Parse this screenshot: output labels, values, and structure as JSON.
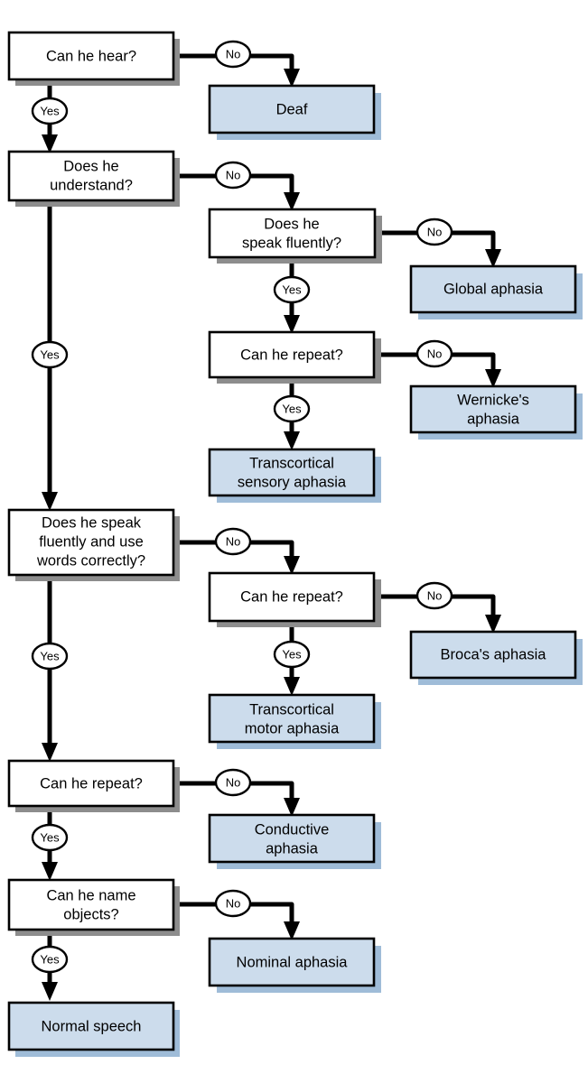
{
  "diagram": {
    "title": "Aphasia classification decision flowchart",
    "type": "flowchart",
    "colors": {
      "question_fill": "#ffffff",
      "terminal_fill": "#ccdcec",
      "stroke": "#000000",
      "shadow_dark": "#8d8d8d",
      "shadow_blue": "#9fbcd8",
      "background": "#ffffff"
    },
    "edge_labels": {
      "yes": "Yes",
      "no": "No"
    },
    "nodes": [
      {
        "id": "q1",
        "kind": "question",
        "label_lines": [
          "Can he hear?"
        ]
      },
      {
        "id": "t1",
        "kind": "terminal",
        "label_lines": [
          "Deaf"
        ]
      },
      {
        "id": "q2",
        "kind": "question",
        "label_lines": [
          "Does he",
          "understand?"
        ]
      },
      {
        "id": "q3",
        "kind": "question",
        "label_lines": [
          "Does he",
          "speak fluently?"
        ]
      },
      {
        "id": "t2",
        "kind": "terminal",
        "label_lines": [
          "Global aphasia"
        ]
      },
      {
        "id": "q4",
        "kind": "question",
        "label_lines": [
          "Can he repeat?"
        ]
      },
      {
        "id": "t3",
        "kind": "terminal",
        "label_lines": [
          "Wernicke's",
          "aphasia"
        ]
      },
      {
        "id": "t4",
        "kind": "terminal",
        "label_lines": [
          "Transcortical",
          "sensory aphasia"
        ]
      },
      {
        "id": "q5",
        "kind": "question",
        "label_lines": [
          "Does he speak",
          "fluently and use",
          "words correctly?"
        ]
      },
      {
        "id": "q6",
        "kind": "question",
        "label_lines": [
          "Can he repeat?"
        ]
      },
      {
        "id": "t5",
        "kind": "terminal",
        "label_lines": [
          "Broca's aphasia"
        ]
      },
      {
        "id": "t6",
        "kind": "terminal",
        "label_lines": [
          "Transcortical",
          "motor aphasia"
        ]
      },
      {
        "id": "q7",
        "kind": "question",
        "label_lines": [
          "Can he repeat?"
        ]
      },
      {
        "id": "t7",
        "kind": "terminal",
        "label_lines": [
          "Conductive",
          "aphasia"
        ]
      },
      {
        "id": "q8",
        "kind": "question",
        "label_lines": [
          "Can he name",
          "objects?"
        ]
      },
      {
        "id": "t8",
        "kind": "terminal",
        "label_lines": [
          "Nominal aphasia"
        ]
      },
      {
        "id": "t9",
        "kind": "terminal",
        "label_lines": [
          "Normal speech"
        ]
      }
    ],
    "edges": [
      {
        "from": "q1",
        "to": "t1",
        "label": "No"
      },
      {
        "from": "q1",
        "to": "q2",
        "label": "Yes"
      },
      {
        "from": "q2",
        "to": "q3",
        "label": "No"
      },
      {
        "from": "q2",
        "to": "q5",
        "label": "Yes"
      },
      {
        "from": "q3",
        "to": "t2",
        "label": "No"
      },
      {
        "from": "q3",
        "to": "q4",
        "label": "Yes"
      },
      {
        "from": "q4",
        "to": "t3",
        "label": "No"
      },
      {
        "from": "q4",
        "to": "t4",
        "label": "Yes"
      },
      {
        "from": "q5",
        "to": "q6",
        "label": "No"
      },
      {
        "from": "q5",
        "to": "q7",
        "label": "Yes"
      },
      {
        "from": "q6",
        "to": "t5",
        "label": "No"
      },
      {
        "from": "q6",
        "to": "t6",
        "label": "Yes"
      },
      {
        "from": "q7",
        "to": "t7",
        "label": "No"
      },
      {
        "from": "q7",
        "to": "q8",
        "label": "Yes"
      },
      {
        "from": "q8",
        "to": "t8",
        "label": "No"
      },
      {
        "from": "q8",
        "to": "t9",
        "label": "Yes"
      }
    ],
    "labels": {
      "q1_l1": "Can he hear?",
      "t1_l1": "Deaf",
      "q2_l1": "Does he",
      "q2_l2": "understand?",
      "q3_l1": "Does he",
      "q3_l2": "speak fluently?",
      "t2_l1": "Global aphasia",
      "q4_l1": "Can he repeat?",
      "t3_l1": "Wernicke's",
      "t3_l2": "aphasia",
      "t4_l1": "Transcortical",
      "t4_l2": "sensory aphasia",
      "q5_l1": "Does he speak",
      "q5_l2": "fluently and use",
      "q5_l3": "words correctly?",
      "q6_l1": "Can he repeat?",
      "t5_l1": "Broca's aphasia",
      "t6_l1": "Transcortical",
      "t6_l2": "motor aphasia",
      "q7_l1": "Can he repeat?",
      "t7_l1": "Conductive",
      "t7_l2": "aphasia",
      "q8_l1": "Can he name",
      "q8_l2": "objects?",
      "t8_l1": "Nominal aphasia",
      "t9_l1": "Normal speech",
      "no_1": "No",
      "no_2": "No",
      "no_3": "No",
      "no_4": "No",
      "no_5": "No",
      "no_6": "No",
      "no_7": "No",
      "no_8": "No",
      "yes_1": "Yes",
      "yes_2": "Yes",
      "yes_3": "Yes",
      "yes_4": "Yes",
      "yes_5": "Yes",
      "yes_6": "Yes",
      "yes_7": "Yes",
      "yes_8": "Yes"
    }
  }
}
